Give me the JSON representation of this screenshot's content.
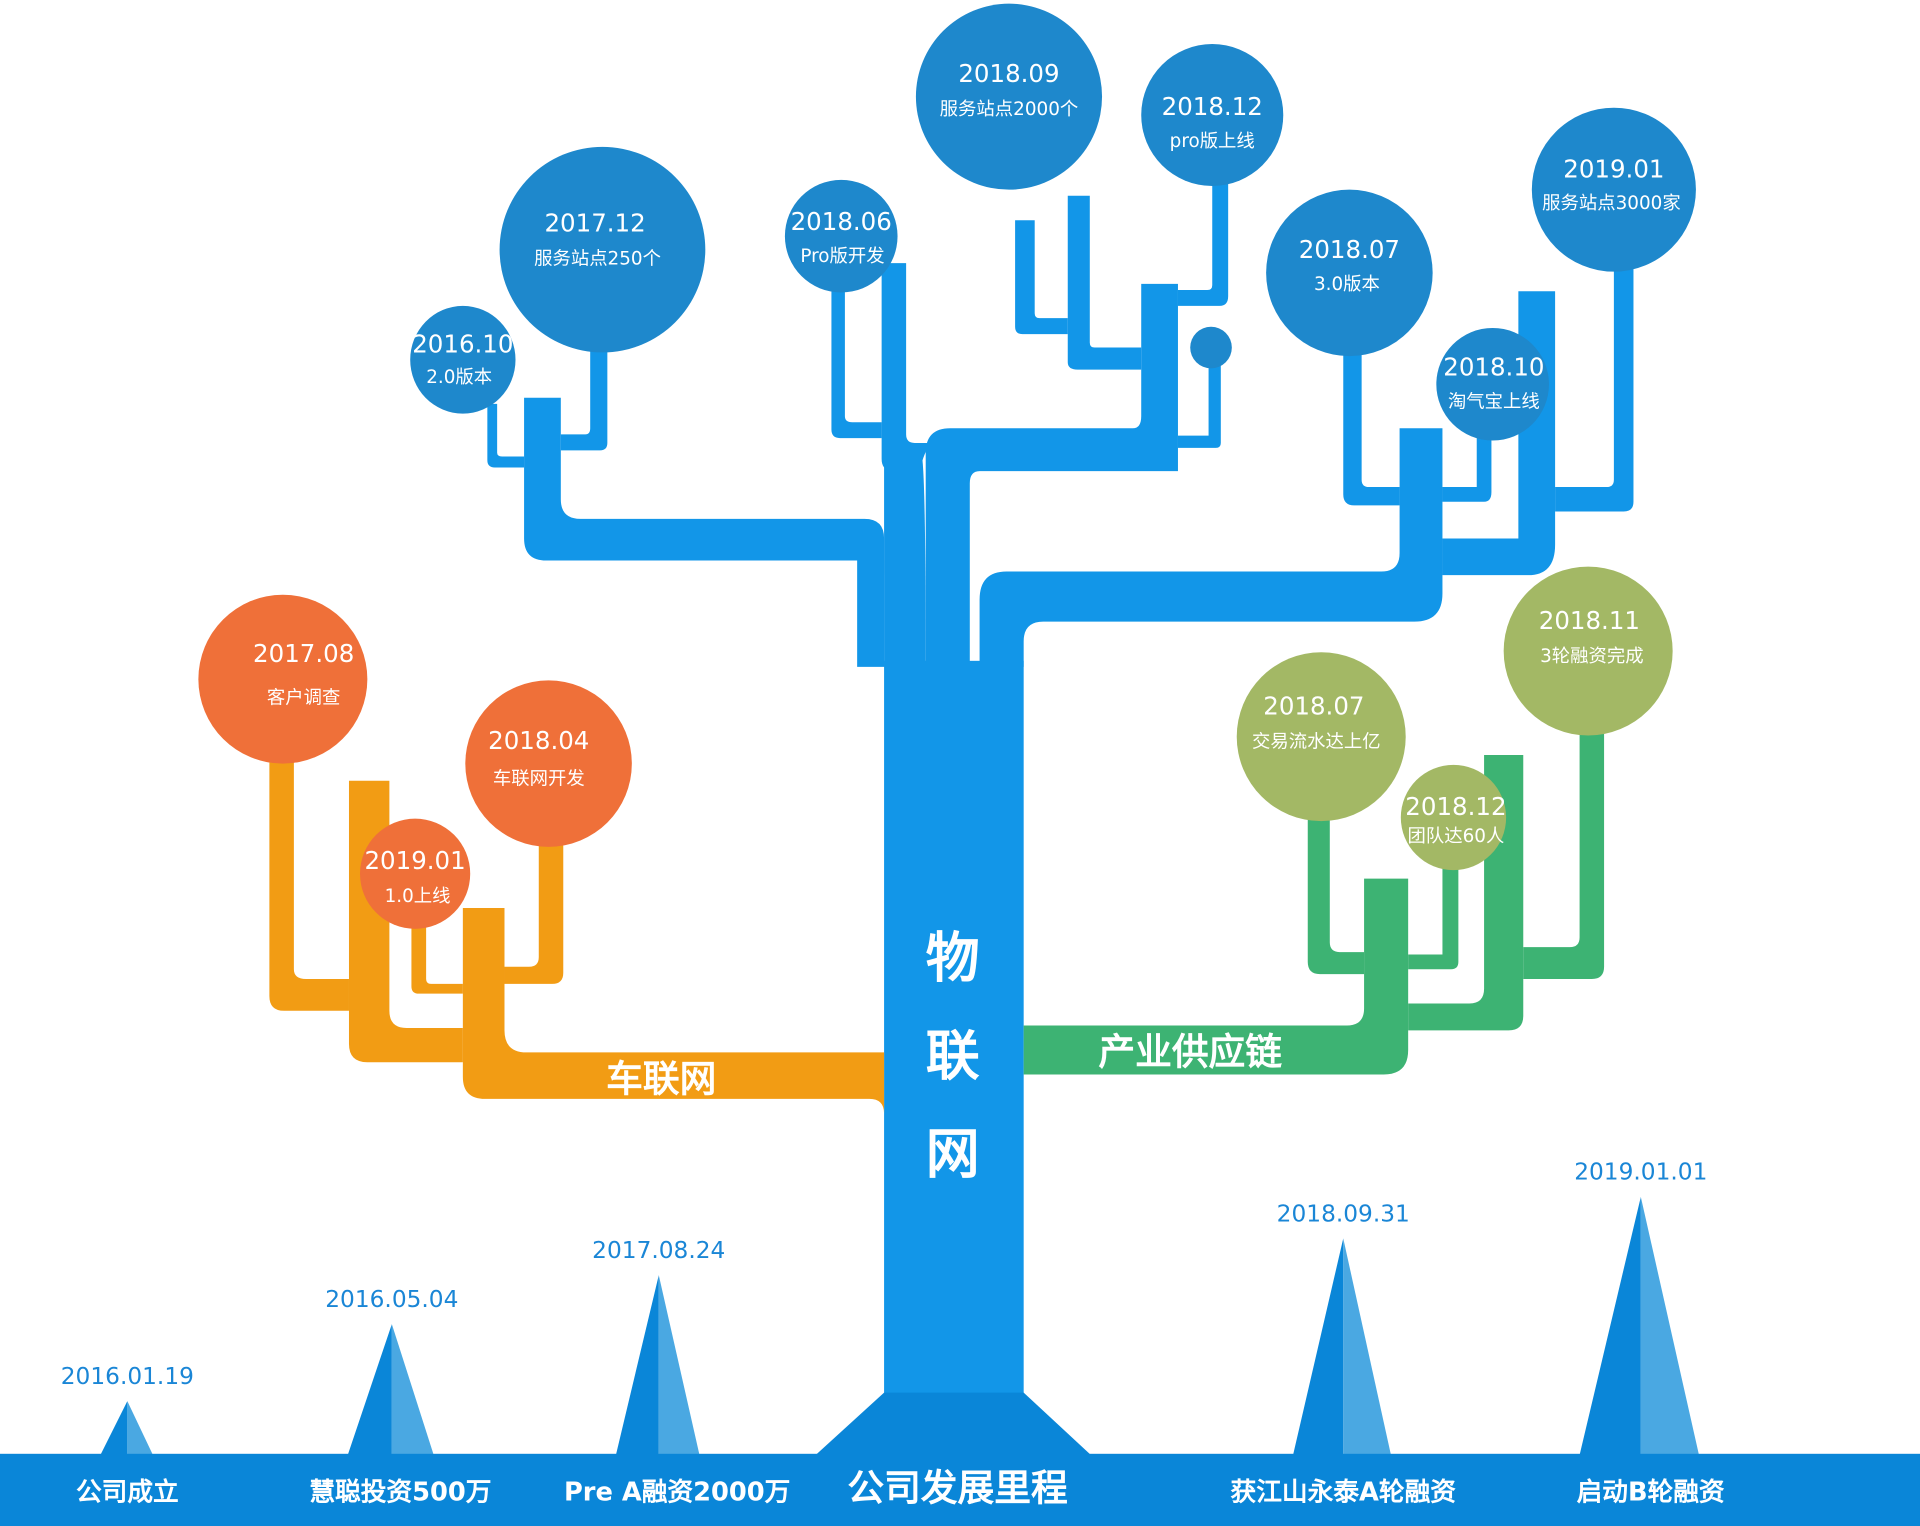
{
  "colors": {
    "branch_blue": "#1296e8",
    "circle_blue": "#1e88cc",
    "branch_orange": "#f29c14",
    "circle_orange": "#ef7039",
    "branch_green": "#3db373",
    "circle_green": "#a3b865",
    "band_blue": "#0a86d8",
    "peak_dark": "#0a86d8",
    "peak_light": "#4aa8e2",
    "date_text": "#1a86d6"
  },
  "trunk": {
    "chars": [
      "物",
      "联",
      "网"
    ]
  },
  "branches": {
    "car_network": {
      "label": "车联网"
    },
    "supply_chain": {
      "label": "产业供应链"
    }
  },
  "blue_nodes": [
    {
      "date": "2016.10",
      "desc": "2.0版本"
    },
    {
      "date": "2017.12",
      "desc": "服务站点250个"
    },
    {
      "date": "2018.06",
      "desc": "Pro版开发"
    },
    {
      "date": "2018.09",
      "desc": "服务站点2000个"
    },
    {
      "date": "2018.12",
      "desc": "pro版上线"
    },
    {
      "date": "2018.07",
      "desc": "3.0版本"
    },
    {
      "date": "2018.10",
      "desc": "淘气宝上线"
    },
    {
      "date": "2019.01",
      "desc": "服务站点3000家"
    }
  ],
  "orange_nodes": [
    {
      "date": "2017.08",
      "desc": "客户调查"
    },
    {
      "date": "2018.04",
      "desc": "车联网开发"
    },
    {
      "date": "2019.01",
      "desc": "1.0上线"
    }
  ],
  "green_nodes": [
    {
      "date": "2018.07",
      "desc": "交易流水达上亿"
    },
    {
      "date": "2018.11",
      "desc": "3轮融资完成"
    },
    {
      "date": "2018.12",
      "desc": "团队达60人"
    }
  ],
  "timeline": {
    "title": "公司发展里程",
    "milestones": [
      {
        "date": "2016.01.19",
        "label": "公司成立"
      },
      {
        "date": "2016.05.04",
        "label": "慧聪投资500万"
      },
      {
        "date": "2017.08.24",
        "label": "Pre A融资2000万"
      },
      {
        "date": "2018.09.31",
        "label": "获江山永泰A轮融资"
      },
      {
        "date": "2019.01.01",
        "label": "启动B轮融资"
      }
    ]
  }
}
